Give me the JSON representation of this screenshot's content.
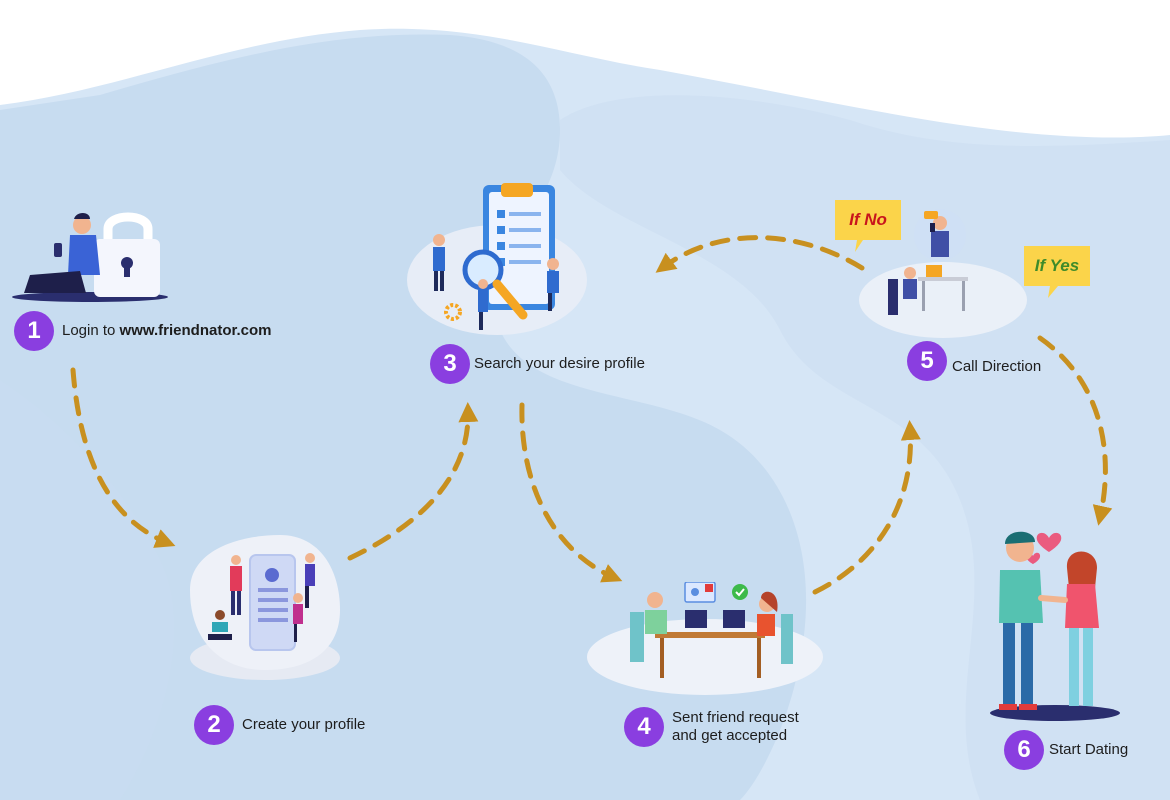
{
  "steps": [
    {
      "number": "1",
      "label_prefix": "Login to ",
      "label_link": "www.friendnator.com"
    },
    {
      "number": "2",
      "label": "Create your profile"
    },
    {
      "number": "3",
      "label": "Search your desire profile"
    },
    {
      "number": "4",
      "label_line1": "Sent friend request",
      "label_line2": "and get accepted"
    },
    {
      "number": "5",
      "label": "Call Direction"
    },
    {
      "number": "6",
      "label": "Start Dating"
    }
  ],
  "bubbles": {
    "if_no": "If No",
    "if_yes": "If Yes"
  },
  "colors": {
    "badge": "#8a3ee0",
    "arrow": "#c8901f",
    "bubble": "#fbd44a",
    "if_no_text": "#c8151c",
    "if_yes_text": "#3e8b2a",
    "background_light": "#d9e7f6",
    "background_dark": "#c3d8ee"
  },
  "icons": [
    "padlock-icon",
    "clipboard-icon",
    "magnifier-icon",
    "gear-icon",
    "phone-call-icon",
    "checkmark-icon",
    "notification-icon",
    "heart-icon"
  ]
}
